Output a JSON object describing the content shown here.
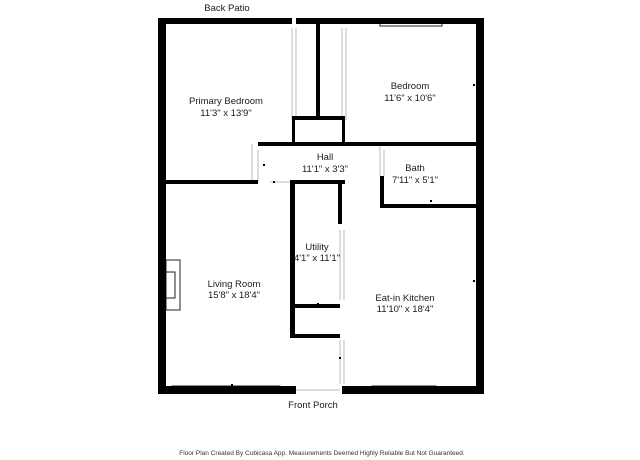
{
  "colors": {
    "wall": "#000000",
    "opening": "#b8b8b8",
    "background": "#ffffff"
  },
  "exterior_labels": {
    "back": "Back Patio",
    "front": "Front Porch"
  },
  "rooms": [
    {
      "id": "primary-bedroom",
      "name": "Primary Bedroom",
      "size": "11'3\" x 13'9\""
    },
    {
      "id": "bedroom",
      "name": "Bedroom",
      "size": "11'6\" x 10'6\""
    },
    {
      "id": "hall",
      "name": "Hall",
      "size": "11'1\" x 3'3\""
    },
    {
      "id": "bath",
      "name": "Bath",
      "size": "7'11\" x 5'1\""
    },
    {
      "id": "utility",
      "name": "Utility",
      "size": "4'1\" x 11'1\""
    },
    {
      "id": "living-room",
      "name": "Living Room",
      "size": "15'8\" x 18'4\""
    },
    {
      "id": "kitchen",
      "name": "Eat-in Kitchen",
      "size": "11'10\" x 18'4\""
    }
  ],
  "footer": "Floor Plan Created By Cubicasa App. Measurements Deemed Highly Reliable But Not Guaranteed."
}
